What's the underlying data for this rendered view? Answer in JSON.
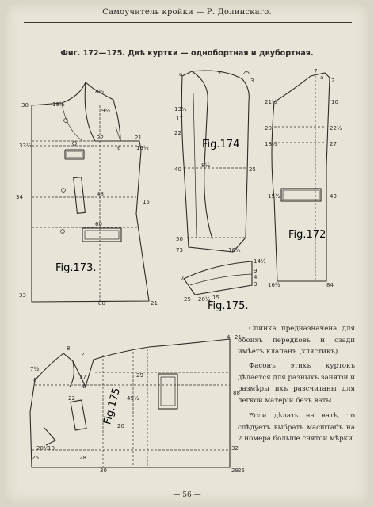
{
  "header": {
    "running_head": "Самоучитель кройки — Р. Долинскаго."
  },
  "caption": {
    "text": "Фиг. 172—175.  Двѣ куртки — однобортная и двубортная."
  },
  "figures": {
    "fig173": {
      "label": "Fig.173.",
      "measures": [
        "30",
        "18½",
        "8½",
        "9½",
        "22",
        "6",
        "21",
        "13½",
        "33½",
        "34",
        "48",
        "15",
        "60",
        "33",
        "88",
        "21"
      ]
    },
    "fig174": {
      "label": "Fig.174",
      "measures": [
        "a",
        "15",
        "25",
        "3",
        "13½",
        "17",
        "22",
        "40",
        "8½",
        "25",
        "50",
        "73",
        "16½"
      ]
    },
    "fig172": {
      "label": "Fig.172",
      "measures": [
        "7",
        "a",
        "2",
        "21½",
        "10",
        "20",
        "22½",
        "18½",
        "27",
        "15½",
        "43",
        "16½",
        "84"
      ]
    },
    "fig175": {
      "label": "Fig.175.",
      "measures": [
        "7",
        "14½",
        "9",
        "4",
        "3",
        "25",
        "20½",
        "15"
      ]
    },
    "fig_double": {
      "label": "Fig.175.",
      "measures": [
        "4",
        "21",
        "8",
        "7½",
        "2",
        "8",
        "17",
        "6",
        "22",
        "29",
        "49½",
        "88",
        "20",
        "32",
        "26",
        "28",
        "29",
        "25",
        "30",
        "20½",
        "18"
      ]
    }
  },
  "body": {
    "paragraphs": [
      "Спинка предназначена для обоихъ передковъ и сзади имѣетъ клапанъ (хлястикъ).",
      "Фасонъ этихъ куртокъ дѣлается для разныхъ занятій и размѣры ихъ разсчитаны для легкой матеріи безъ ваты.",
      "Если дѣлать на ватѣ, то слѣдуетъ выбрать масштабъ на 2 номера больше снятой мѣрки."
    ]
  },
  "footer": {
    "page_number": "— 56 —"
  }
}
